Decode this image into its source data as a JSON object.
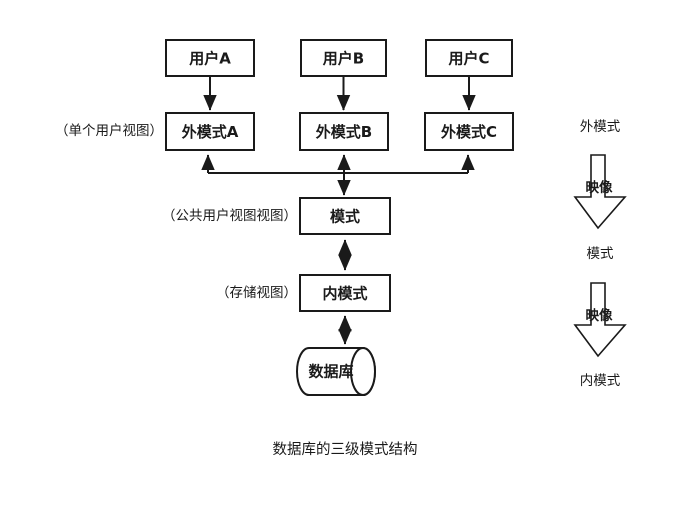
{
  "diagram": {
    "caption": "数据库的三级模式结构",
    "users": [
      {
        "label": "用户A"
      },
      {
        "label": "用户B"
      },
      {
        "label": "用户C"
      }
    ],
    "external_schemas": [
      {
        "label": "外模式A"
      },
      {
        "label": "外模式B"
      },
      {
        "label": "外模式C"
      }
    ],
    "conceptual_schema": {
      "label": "模式"
    },
    "internal_schema": {
      "label": "内模式"
    },
    "database": {
      "label": "数据库"
    },
    "side_labels": {
      "external": "（单个用户视图）",
      "conceptual": "（公共用户视图视图）",
      "internal": "（存储视图）"
    },
    "legend": {
      "level_external": "外模式",
      "level_conceptual": "模式",
      "level_internal": "内模式",
      "mapping_upper": "映像",
      "mapping_lower": "映像"
    },
    "colors": {
      "stroke": "#1a1a1a",
      "fill": "#ffffff",
      "text": "#1a1a1a"
    }
  }
}
